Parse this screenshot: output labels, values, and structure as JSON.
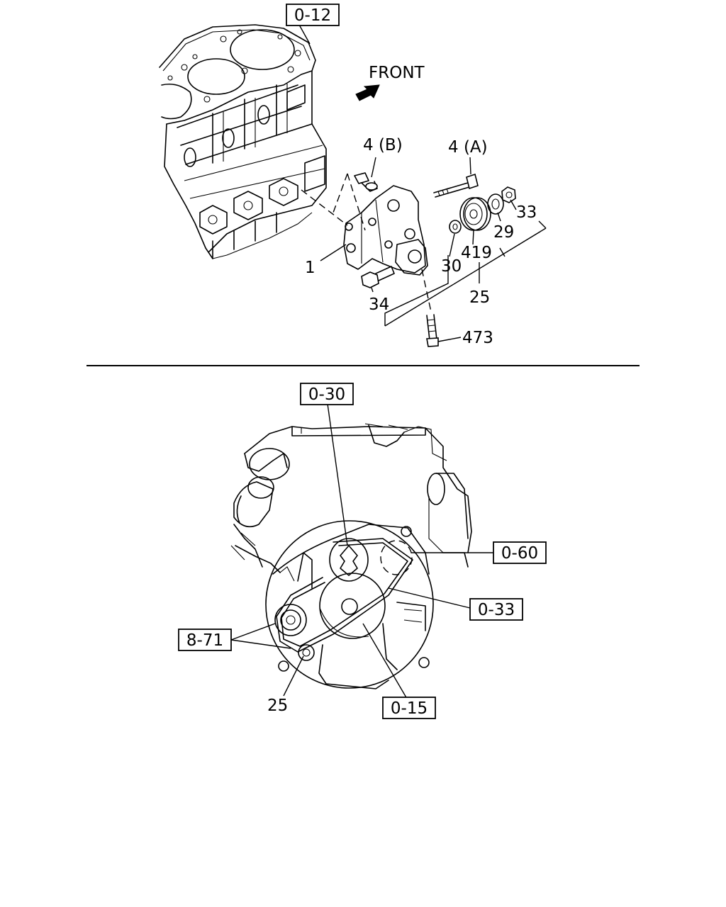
{
  "upper_view": {
    "direction_label": "FRONT",
    "refs": {
      "block": "0-12"
    },
    "callouts": {
      "p1": "1",
      "p4b": "4 (B)",
      "p4a": "4 (A)",
      "p33": "33",
      "p29": "29",
      "p419": "419",
      "p30": "30",
      "p25": "25",
      "p34": "34",
      "p473": "473"
    }
  },
  "lower_view": {
    "refs": {
      "r030": "0-30",
      "r060": "0-60",
      "r033": "0-33",
      "r871": "8-71",
      "r015": "0-15"
    },
    "callouts": {
      "p25": "25"
    }
  }
}
